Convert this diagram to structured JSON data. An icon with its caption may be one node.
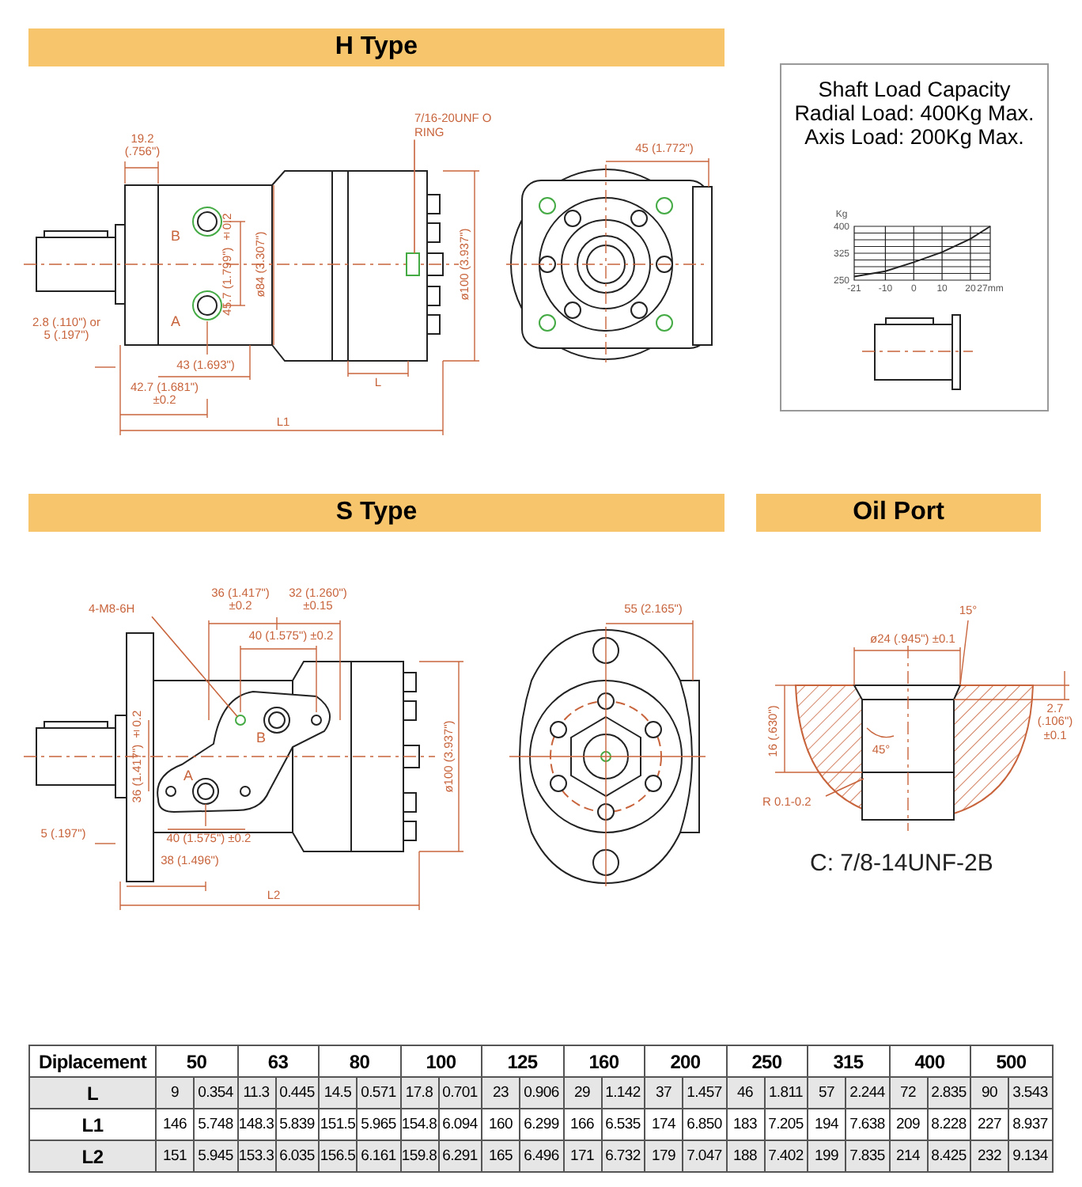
{
  "diagram": {
    "nodes": [
      {
        "text": [
          "H Type"
        ]
      },
      {
        "text": [
          "7/16-20UNF O RING"
        ]
      },
      {
        "text": [
          "Shaft Load Capacity",
          "Radial Load: 400Kg Max. Axis Load: 200Kg Max."
        ]
      },
      {
        "text": [
          "S Type"
        ]
      },
      {
        "text": [
          "Oil Port"
        ]
      },
      {
        "text": [
          "4-M8-6H"
        ]
      },
      {
        "text": [
          "R 0.1-0.2"
        ]
      },
      {
        "text": [],
        "shape": "box"
      },
      {
        "text": [],
        "shape": "circle"
      }
    ],
    "edges": [
      {
        "from": 1,
        "to": 7,
        "arrow": "none"
      },
      {
        "from": 5,
        "to": 8,
        "arrow": "none"
      },
      {
        "from": 6,
        "to": null,
        "arrow": "none"
      }
    ],
    "labels": [
      "19.2 (.756\")",
      "B",
      "45.7 (1.799\") ±0.2",
      "ø84 (3.307\")",
      "A",
      "ø100 (3.937\")",
      "2.8 (.110\") or 5 (.197\")",
      "43 (1.693\")",
      "42.7 (1.681\") ±0.2",
      "L",
      "L1",
      "45 (1.772\")",
      "36 (1.417\") ±0.2",
      "32 (1.260\") ±0.15",
      "40 (1.575\") ±0.2",
      "36 (1.417\") ±0.2",
      "B",
      "A",
      "ø100 (3.937\")",
      "5 (.197\")",
      "40 (1.575\") ±0.2",
      "38 (1.496\")",
      "L2",
      "55 (2.165\")",
      "15°",
      "ø24 (.945\") ±0.1",
      "16 (.630\")",
      "2.7 (.106\") ±0.1",
      "45°",
      "C: 7/8-14UNF-2B",
      "Diplacement",
      "50",
      "63",
      "80",
      "100",
      "125",
      "160",
      "200",
      "250",
      "315",
      "400",
      "500",
      "L",
      "9",
      "0.354",
      "11.3",
      "0.445",
      "14.5",
      "0.571",
      "17.8",
      "0.701",
      "23",
      "0.906",
      "29",
      "1.142",
      "37",
      "1.457",
      "46",
      "1.811",
      "57",
      "2.244",
      "72",
      "2.835",
      "90",
      "3.543",
      "L1",
      "146",
      "5.748",
      "148.3",
      "5.839",
      "151.5",
      "5.965",
      "154.8",
      "6.094",
      "160",
      "6.299",
      "166",
      "6.535",
      "174",
      "6.850",
      "183",
      "7.205",
      "194",
      "7.638",
      "209",
      "8.228",
      "227",
      "8.937",
      "L2",
      "151",
      "5.945",
      "153.3",
      "6.035",
      "156.5",
      "6.161",
      "159.8",
      "6.291",
      "165",
      "6.496",
      "171",
      "6.732",
      "179",
      "7.047",
      "188",
      "7.402",
      "199",
      "7.835",
      "214",
      "8.425",
      "232",
      "9.134"
    ],
    "chart_data": {
      "type": "line",
      "ylabel": "Kg",
      "x": [
        -21,
        -10,
        0,
        10,
        20,
        27
      ],
      "series": [
        {
          "color": "#222222",
          "values": [
            260,
            275,
            300,
            328,
            365,
            400
          ]
        }
      ],
      "xlim": [
        -21,
        27
      ],
      "ylim": [
        250,
        400
      ],
      "xticks": [
        -21,
        -10,
        0,
        10,
        20,
        {
          "value": 27,
          "label": "27mm"
        }
      ],
      "yticks": [
        250,
        325,
        400
      ],
      "grid": true
    }
  }
}
